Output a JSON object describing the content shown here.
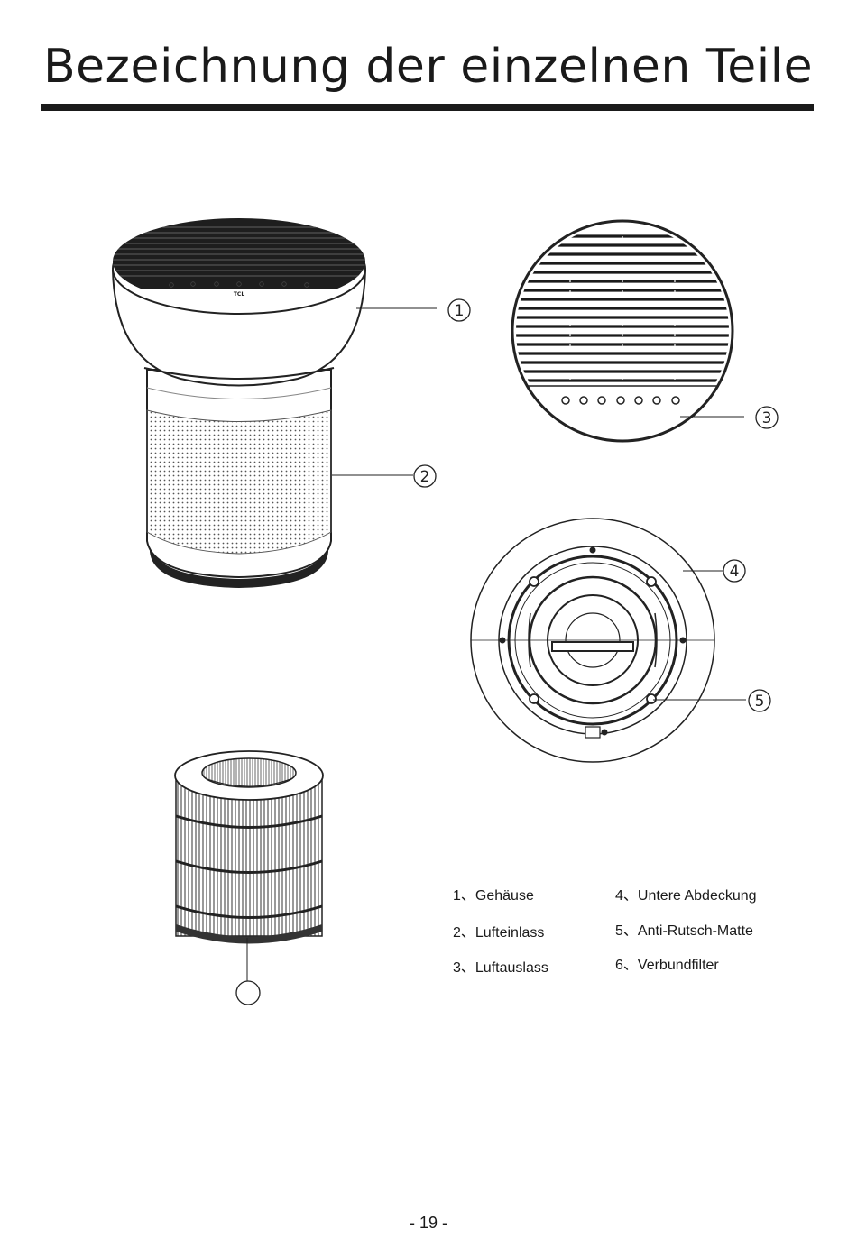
{
  "page": {
    "title": "Bezeichnung der einzelnen Teile",
    "page_number": "- 19 -"
  },
  "device": {
    "brand_label": "TCL"
  },
  "callouts": [
    "1",
    "2",
    "3",
    "4",
    "5"
  ],
  "legend": [
    {
      "text": "1、Gehäuse"
    },
    {
      "text": "2、Lufteinlass"
    },
    {
      "text": "3、Luftauslass"
    },
    {
      "text": "4、Untere Abdeckung"
    },
    {
      "text": "5、Anti-Rutsch-Matte"
    },
    {
      "text": "6、Verbundfilter"
    }
  ]
}
